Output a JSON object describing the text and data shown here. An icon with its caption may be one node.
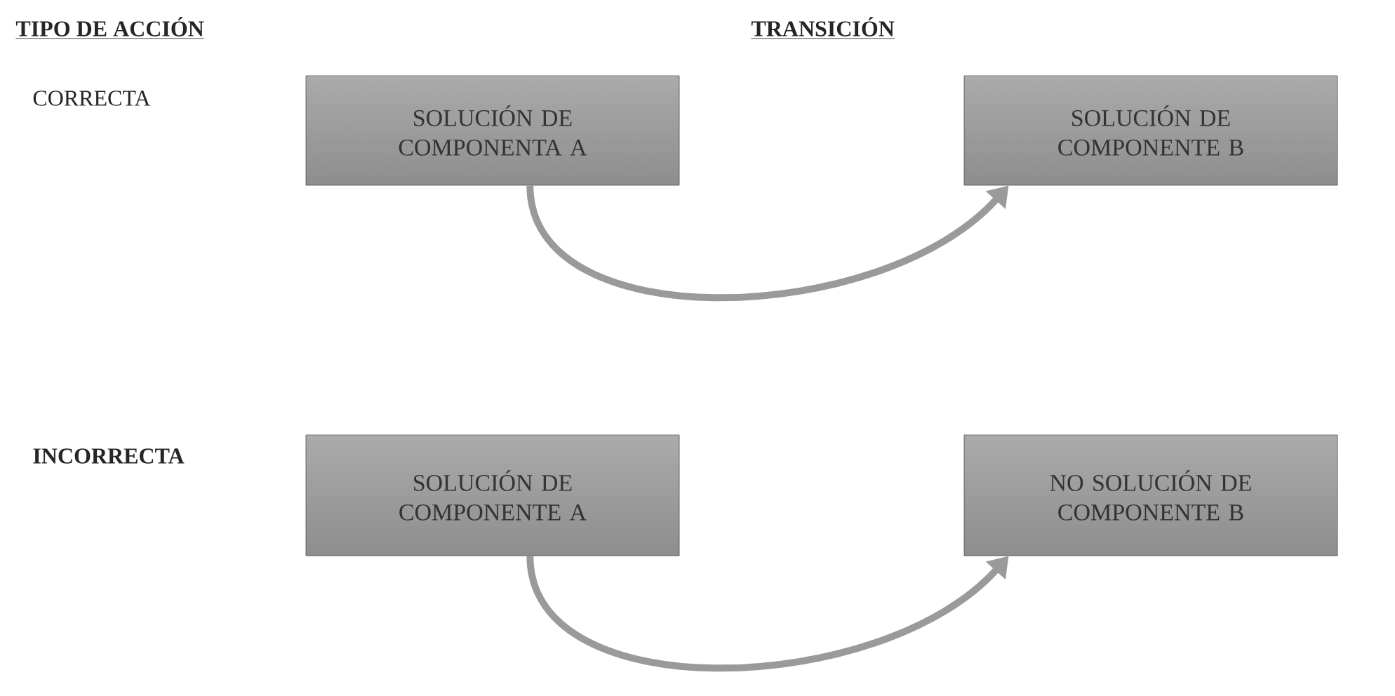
{
  "diagram": {
    "nodes": [
      {
        "text": [
          "SOLUCIÓN DE COMPONENTA A"
        ]
      },
      {
        "text": [
          "SOLUCIÓN DE COMPONENTE B"
        ]
      },
      {
        "text": [
          "SOLUCIÓN DE COMPONENTE A"
        ]
      },
      {
        "text": [
          "NO SOLUCIÓN DE COMPONENTE B"
        ]
      }
    ],
    "edges": [
      {
        "from": 0,
        "to": 1,
        "arrow": "to"
      },
      {
        "from": 2,
        "to": 3,
        "arrow": "to"
      }
    ],
    "labels": [
      "TIPO DE ACCIÓN",
      "TRANSICIÓN",
      "CORRECTA",
      "INCORRECTA"
    ]
  }
}
